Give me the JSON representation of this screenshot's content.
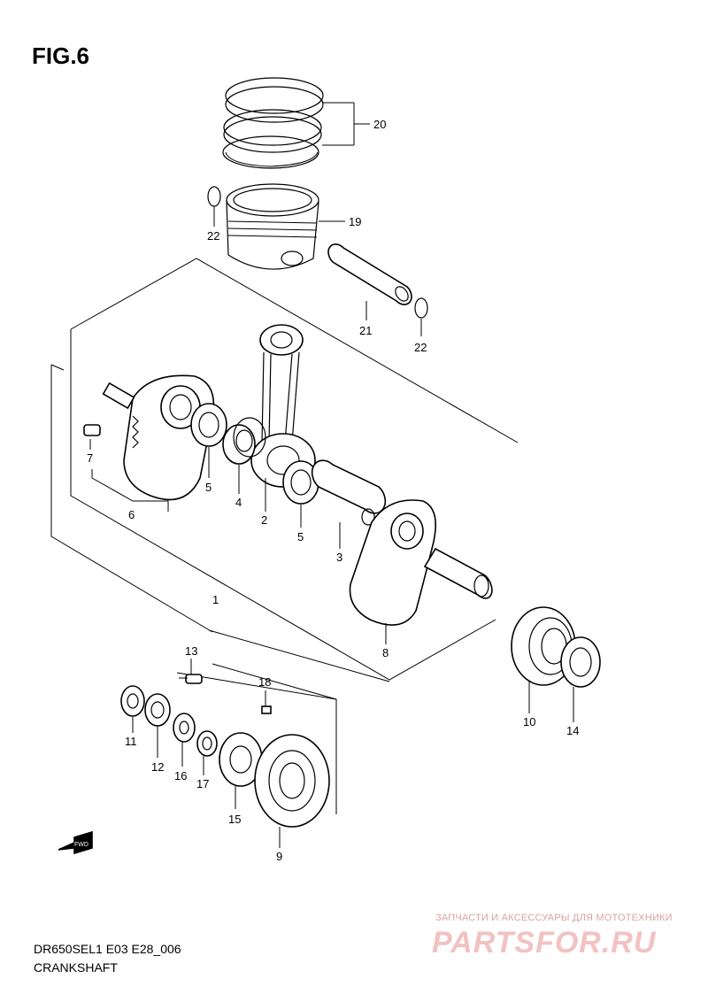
{
  "figure_title": "FIG.6",
  "model_code": "DR650SEL1 E03 E28_006",
  "section_name": "CRANKSHAFT",
  "direction_marker": "FWD",
  "watermark": {
    "tagline": "ЗАПЧАСТИ И АКСЕССУАРЫ ДЛЯ МОТОТЕХНИКИ",
    "logo": "PARTSFOR.RU"
  },
  "callouts": {
    "p1": "1",
    "p2": "2",
    "p3": "3",
    "p4": "4",
    "p5a": "5",
    "p5b": "5",
    "p6": "6",
    "p7": "7",
    "p8": "8",
    "p9": "9",
    "p10": "10",
    "p11": "11",
    "p12": "12",
    "p13": "13",
    "p14": "14",
    "p15": "15",
    "p16": "16",
    "p17": "17",
    "p18": "18",
    "p19": "19",
    "p20": "20",
    "p21": "21",
    "p22a": "22",
    "p22b": "22"
  }
}
